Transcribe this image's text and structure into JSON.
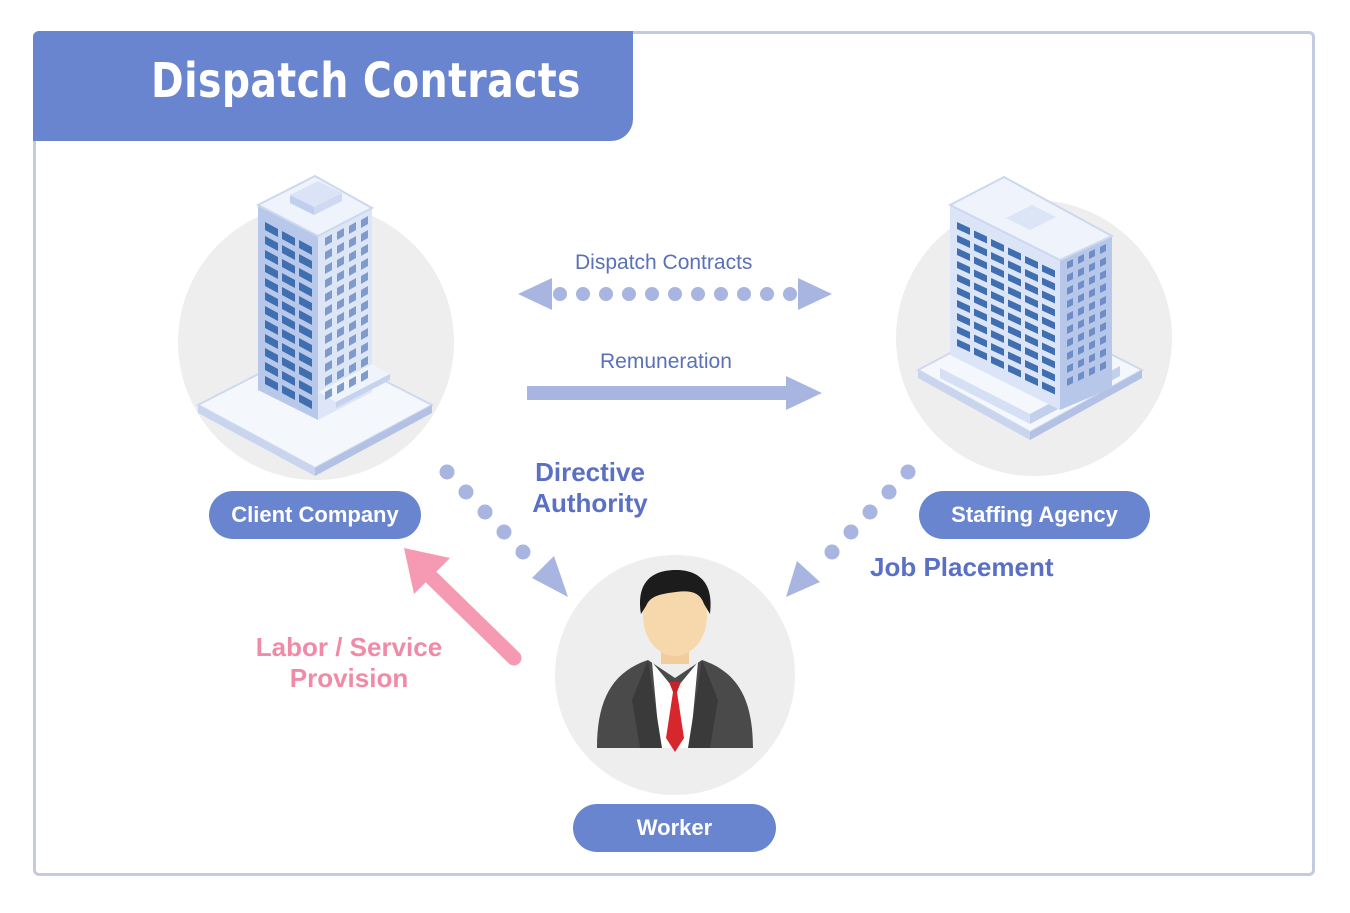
{
  "title": "Dispatch Contracts",
  "nodes": {
    "client": "Client Company",
    "agency": "Staffing Agency",
    "worker": "Worker"
  },
  "relations": {
    "dispatch_contracts": "Dispatch Contracts",
    "remuneration": "Remuneration",
    "directive_line1": "Directive",
    "directive_line2": "Authority",
    "job_placement": "Job Placement",
    "labor_line1": "Labor / Service",
    "labor_line2": "Provision"
  },
  "colors": {
    "accent": "#6a85d0",
    "arrow": "#a8b5e0",
    "pink": "#f59ab2",
    "circle": "#eeeeee"
  }
}
